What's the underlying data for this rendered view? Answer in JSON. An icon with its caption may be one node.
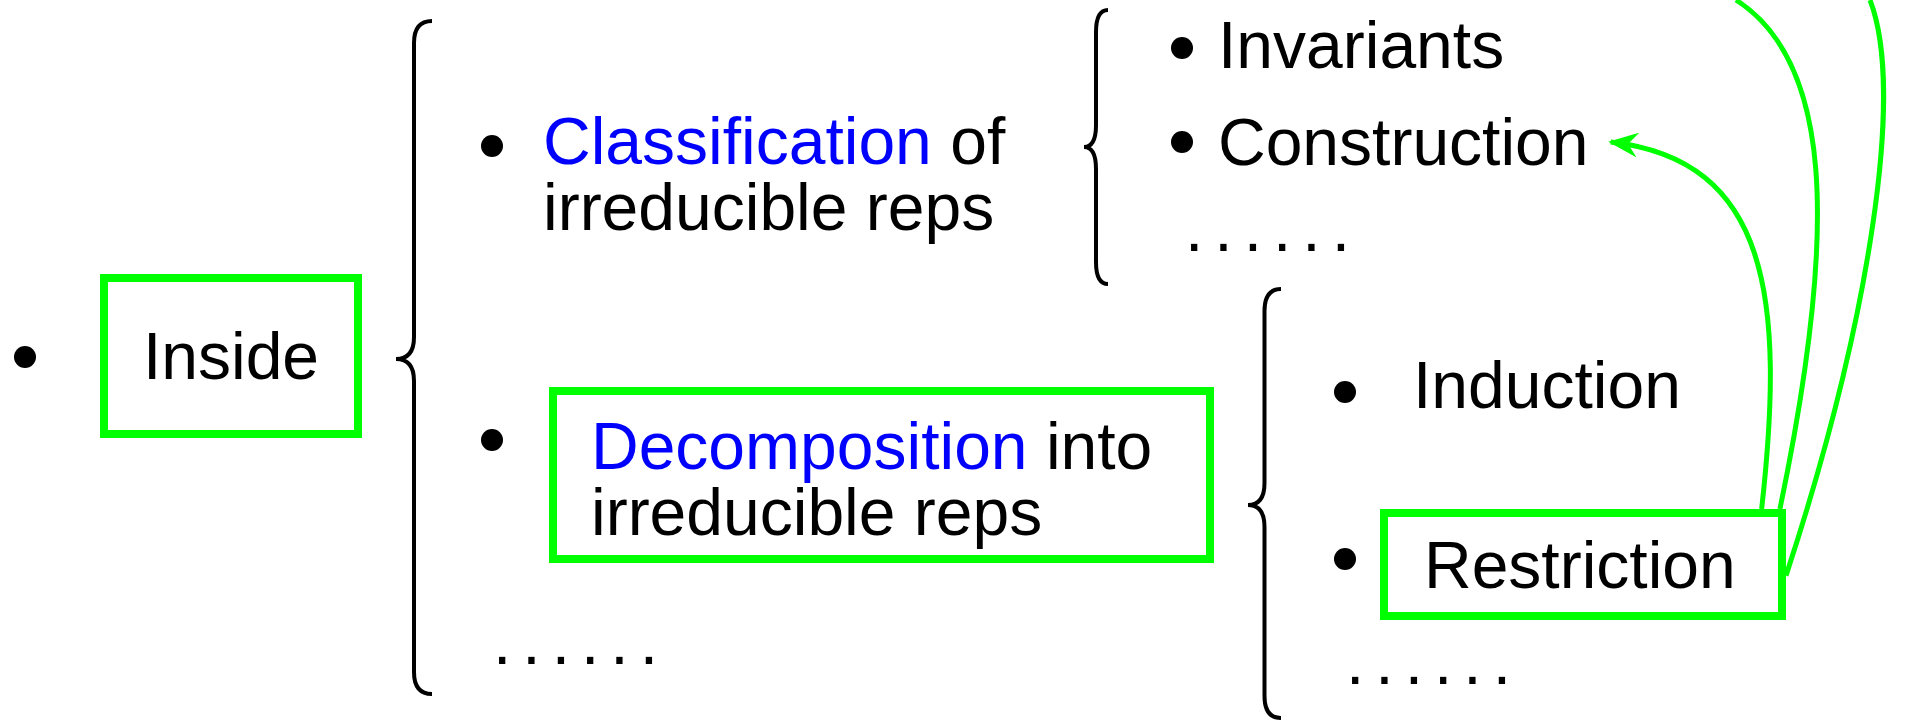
{
  "diagram": {
    "nodes": [
      {
        "text": [
          "Inside"
        ]
      },
      {
        "text": [
          "Decomposition",
          "into irreducible reps"
        ]
      },
      {
        "text": [
          "Construction"
        ]
      },
      {
        "text": [
          "Restriction"
        ]
      }
    ],
    "edges": [
      {
        "from": 3,
        "to": 2,
        "arrow": "to"
      },
      {
        "from": 3,
        "to": null,
        "arrow": "none"
      },
      {
        "from": 3,
        "to": null,
        "arrow": "none"
      }
    ],
    "labels": [
      "Classification",
      "of irreducible reps",
      "Invariants",
      "......",
      "Induction",
      "......",
      "......"
    ]
  }
}
